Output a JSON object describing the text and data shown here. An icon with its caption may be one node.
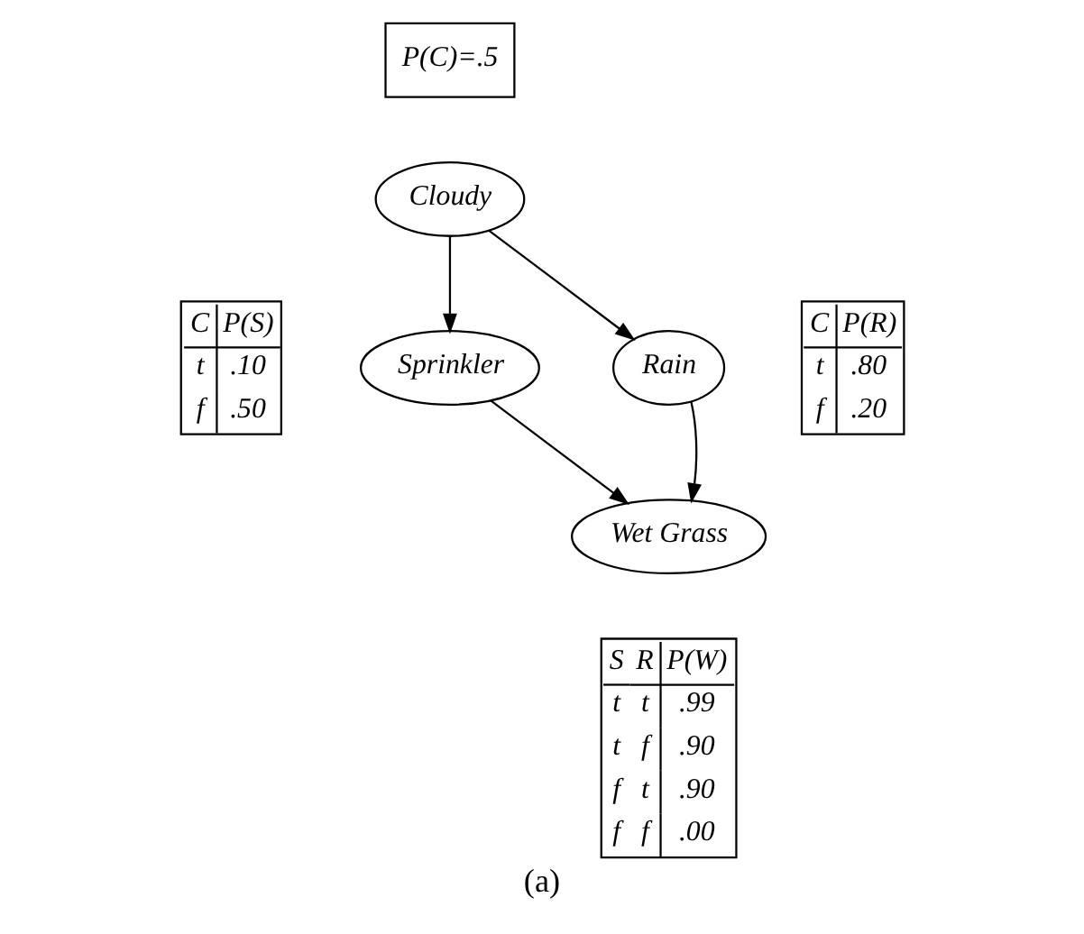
{
  "diagram": {
    "caption": "(a)",
    "nodes": [
      {
        "text": [
          "P(C)=.5"
        ]
      },
      {
        "text": [
          "Cloudy"
        ]
      },
      {
        "text": [
          "C",
          "P(S)",
          "t",
          ".10",
          "f",
          ".50"
        ]
      },
      {
        "text": [
          "Sprinkler"
        ]
      },
      {
        "text": [
          "Rain"
        ]
      },
      {
        "text": [
          "C",
          "P(R)",
          "t",
          ".80",
          "f",
          ".20"
        ]
      },
      {
        "text": [
          "Wet Grass"
        ]
      },
      {
        "text": [
          "S",
          "R",
          "P(W)",
          "t",
          "t",
          ".99",
          "t",
          "f",
          ".90",
          "f",
          "t",
          ".90",
          "f",
          "f",
          ".00"
        ]
      }
    ],
    "edges": [
      {
        "from": 1,
        "to": 3,
        "arrow": "to"
      },
      {
        "from": 1,
        "to": 4,
        "arrow": "to"
      },
      {
        "from": 3,
        "to": 6,
        "arrow": "to"
      },
      {
        "from": 4,
        "to": 6,
        "arrow": "to"
      }
    ]
  }
}
